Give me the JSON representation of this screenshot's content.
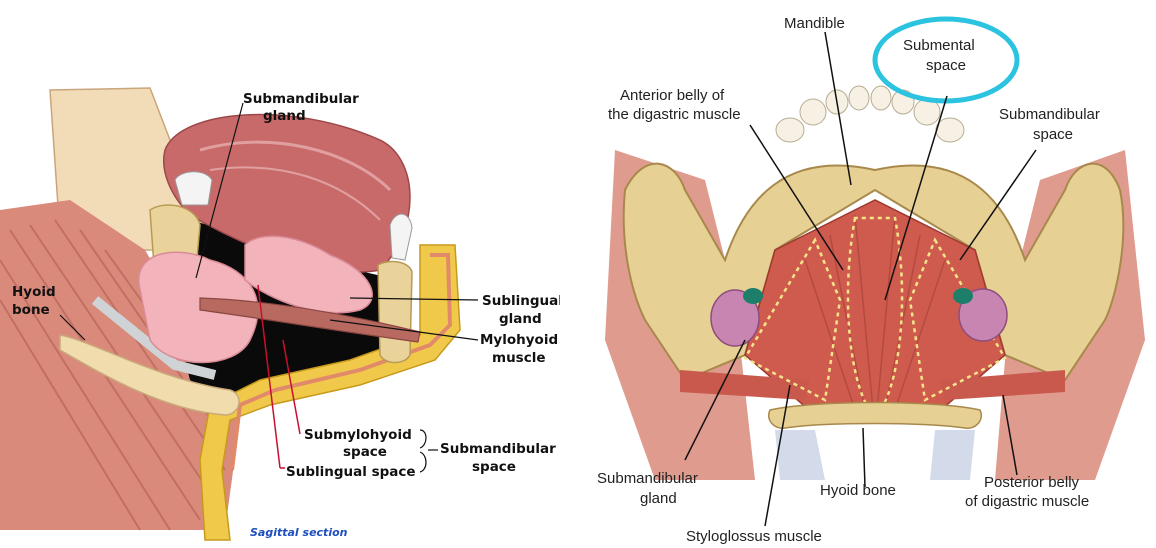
{
  "left_panel": {
    "labels": {
      "submandibular_gland_1": "Submandibular",
      "submandibular_gland_2": "gland",
      "hyoid_bone_1": "Hyoid",
      "hyoid_bone_2": "bone",
      "sublingual_gland_1": "Sublingual",
      "sublingual_gland_2": "gland",
      "mylohyoid_muscle_1": "Mylohyoid",
      "mylohyoid_muscle_2": "muscle",
      "submylohyoid_space_1": "Submylohyoid",
      "submylohyoid_space_2": "space",
      "sublingual_space": "Sublingual space",
      "submandibular_space_1": "Submandibular",
      "submandibular_space_2": "space",
      "caption": "Sagittal section"
    }
  },
  "right_panel": {
    "labels": {
      "mandible": "Mandible",
      "submental_space_1": "Submental",
      "submental_space_2": "space",
      "anterior_belly_1": "Anterior belly of",
      "anterior_belly_2": "the digastric muscle",
      "submandibular_space_1": "Submandibular",
      "submandibular_space_2": "space",
      "submandibular_gland_1": "Submandibular",
      "submandibular_gland_2": "gland",
      "hyoid_bone": "Hyoid bone",
      "posterior_belly_1": "Posterior belly",
      "posterior_belly_2": "of digastric muscle",
      "styloglossus_muscle": "Styloglossus muscle"
    },
    "highlight_color": "#2cc3e0"
  }
}
